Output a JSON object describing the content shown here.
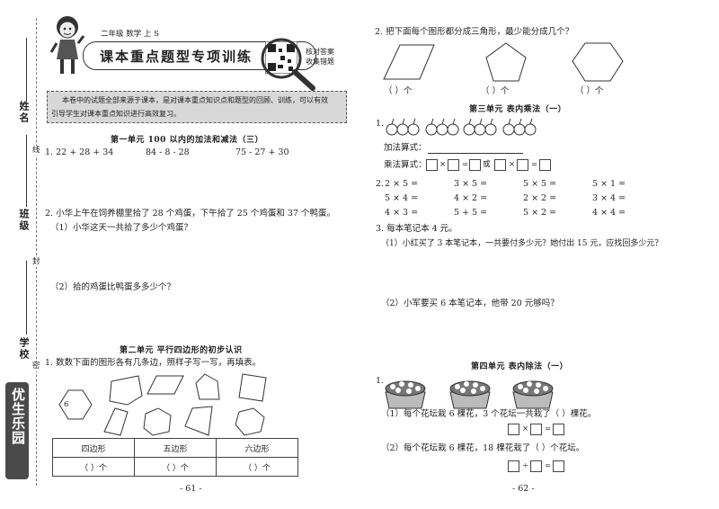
{
  "binding": {
    "name_label": "姓名",
    "class_label": "班级",
    "school_label": "学校",
    "line_char": "线",
    "seal_char": "封",
    "seal_char2": "密",
    "logo_text": "优生乐园"
  },
  "left_page": {
    "subheader": "二年级  数学  上  S",
    "banner_title": "课本重点题型专项训练",
    "qr_text_1": "核对答案",
    "qr_text_2": "收集错题",
    "intro_line1": "本卷中的试题全部来源于课本，是对课本重点知识点和题型的回顾、训练，可以有效",
    "intro_line2": "引导学生对课本重点知识进行高效复习。",
    "unit1_title": "第一单元   100 以内的加法和减法（三）",
    "q1_label": "1. 22 + 28 + 34",
    "q1_b": "84 - 8 - 28",
    "q1_c": "75 - 27 + 30",
    "q2_label": "2. 小华上午在饲养棚里拾了 28 个鸡蛋，下午拾了 25 个鸡蛋和 37 个鸭蛋。",
    "q2_sub1": "（1）小华这天一共拾了多少个鸡蛋？",
    "q2_sub2": "（2）拾的鸡蛋比鸭蛋多多少个？",
    "unit2_title": "第二单元   平行四边形的初步认识",
    "u2_q1": "1. 数数下面的图形各有几条边，照样子写一写，再填表。",
    "hex_label": "6",
    "table_headers": [
      "四边形",
      "五边形",
      "六边形"
    ],
    "table_cells": [
      "（      ）个",
      "（      ）个",
      "（      ）个"
    ],
    "page_number": "- 61 -"
  },
  "right_page": {
    "q2_label": "2. 把下面每个图形都分成三角形，最少能分成几个？",
    "q2_answers": [
      "（      ）个",
      "（      ）个",
      "（      ）个"
    ],
    "unit3_title": "第三单元   表内乘法（一）",
    "u3_q1_label": "1.",
    "add_formula": "加法算式：",
    "mul_formula": "乘法算式：",
    "ops": {
      "times": "×",
      "equals": "=",
      "or": "或"
    },
    "u3_q2_label": "2.",
    "calc_grid": [
      [
        "2 × 5 =",
        "3 × 5 =",
        "5 × 5 =",
        "5 × 1 ="
      ],
      [
        "5 × 4 =",
        "4 × 2 =",
        "2 × 2 =",
        "3 × 4 ="
      ],
      [
        "4 × 3 =",
        "5 + 5 =",
        "5 × 2 =",
        "4 × 4 ="
      ]
    ],
    "u3_q3": "3. 每本笔记本 4 元。",
    "u3_q3_sub1": "（1）小红买了 3 本笔记本，一共要付多少元？她付出 15 元，应找回多少元？",
    "u3_q3_sub2": "（2）小军要买 6 本笔记本，他带 20 元够吗？",
    "unit4_title": "第四单元   表内除法（一）",
    "u4_q1_label": "1.",
    "u4_sub1": "（1）每个花坛栽 6 棵花，3 个花坛一共栽了（        ）棵花。",
    "u4_sub2": "（2）每个花坛栽 6 棵花，18 棵花栽了（      ）个花坛。",
    "u4_div": "÷",
    "page_number": "- 62 -"
  }
}
